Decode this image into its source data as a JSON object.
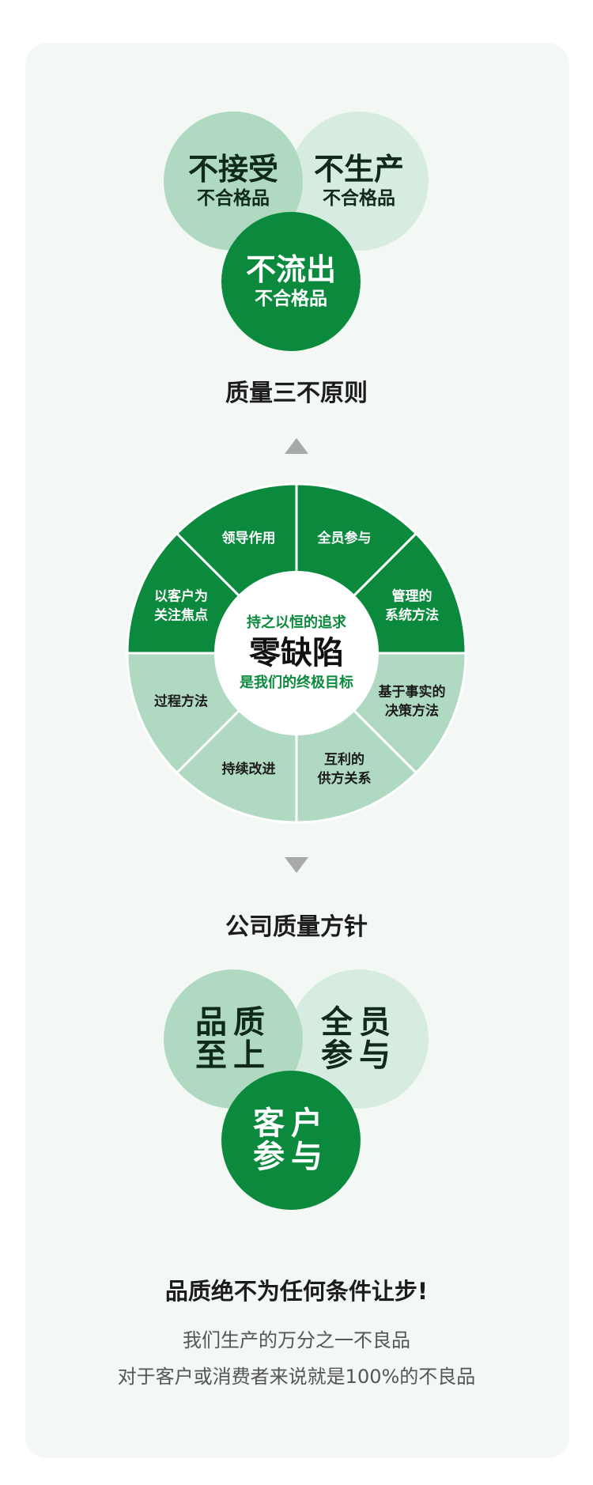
{
  "principles": {
    "circle1": {
      "big": "不接受",
      "small": "不合格品"
    },
    "circle2": {
      "big": "不生产",
      "small": "不合格品"
    },
    "circle3": {
      "big": "不流出",
      "small": "不合格品"
    },
    "title": "质量三不原则"
  },
  "wheel": {
    "segments": [
      {
        "id": "s1",
        "line1": "全员参与",
        "line2": "",
        "color": "#0b8a3e",
        "text_color": "#ffffff"
      },
      {
        "id": "s2",
        "line1": "管理的",
        "line2": "系统方法",
        "color": "#0b8a3e",
        "text_color": "#ffffff"
      },
      {
        "id": "s3",
        "line1": "基于事实的",
        "line2": "决策方法",
        "color": "#b0d9c2",
        "text_color": "#1a1a1a"
      },
      {
        "id": "s4",
        "line1": "互利的",
        "line2": "供方关系",
        "color": "#b0d9c2",
        "text_color": "#1a1a1a"
      },
      {
        "id": "s5",
        "line1": "持续改进",
        "line2": "",
        "color": "#b0d9c2",
        "text_color": "#1a1a1a"
      },
      {
        "id": "s6",
        "line1": "过程方法",
        "line2": "",
        "color": "#b0d9c2",
        "text_color": "#1a1a1a"
      },
      {
        "id": "s7",
        "line1": "以客户为",
        "line2": "关注焦点",
        "color": "#0b8a3e",
        "text_color": "#ffffff"
      },
      {
        "id": "s8",
        "line1": "领导作用",
        "line2": "",
        "color": "#0b8a3e",
        "text_color": "#ffffff"
      }
    ],
    "center": {
      "top": "持之以恒的追求",
      "main": "零缺陷",
      "bottom": "是我们的终极目标"
    }
  },
  "policy": {
    "title": "公司质量方针",
    "circle1": {
      "line1": "品质",
      "line2": "至上"
    },
    "circle2": {
      "line1": "全员",
      "line2": "参与"
    },
    "circle3": {
      "line1": "客户",
      "line2": "参与"
    }
  },
  "footer": {
    "slogan": "品质绝不为任何条件让步!",
    "line1": "我们生产的万分之一不良品",
    "line2": "对于客户或消费者来说就是100%的不良品"
  },
  "colors": {
    "dark_green": "#0b8a3e",
    "mid_green": "#b0d9c2",
    "light_green": "#d6ece0",
    "card_bg": "#f3f8f4",
    "arrow_gray": "#a7aaa8"
  }
}
